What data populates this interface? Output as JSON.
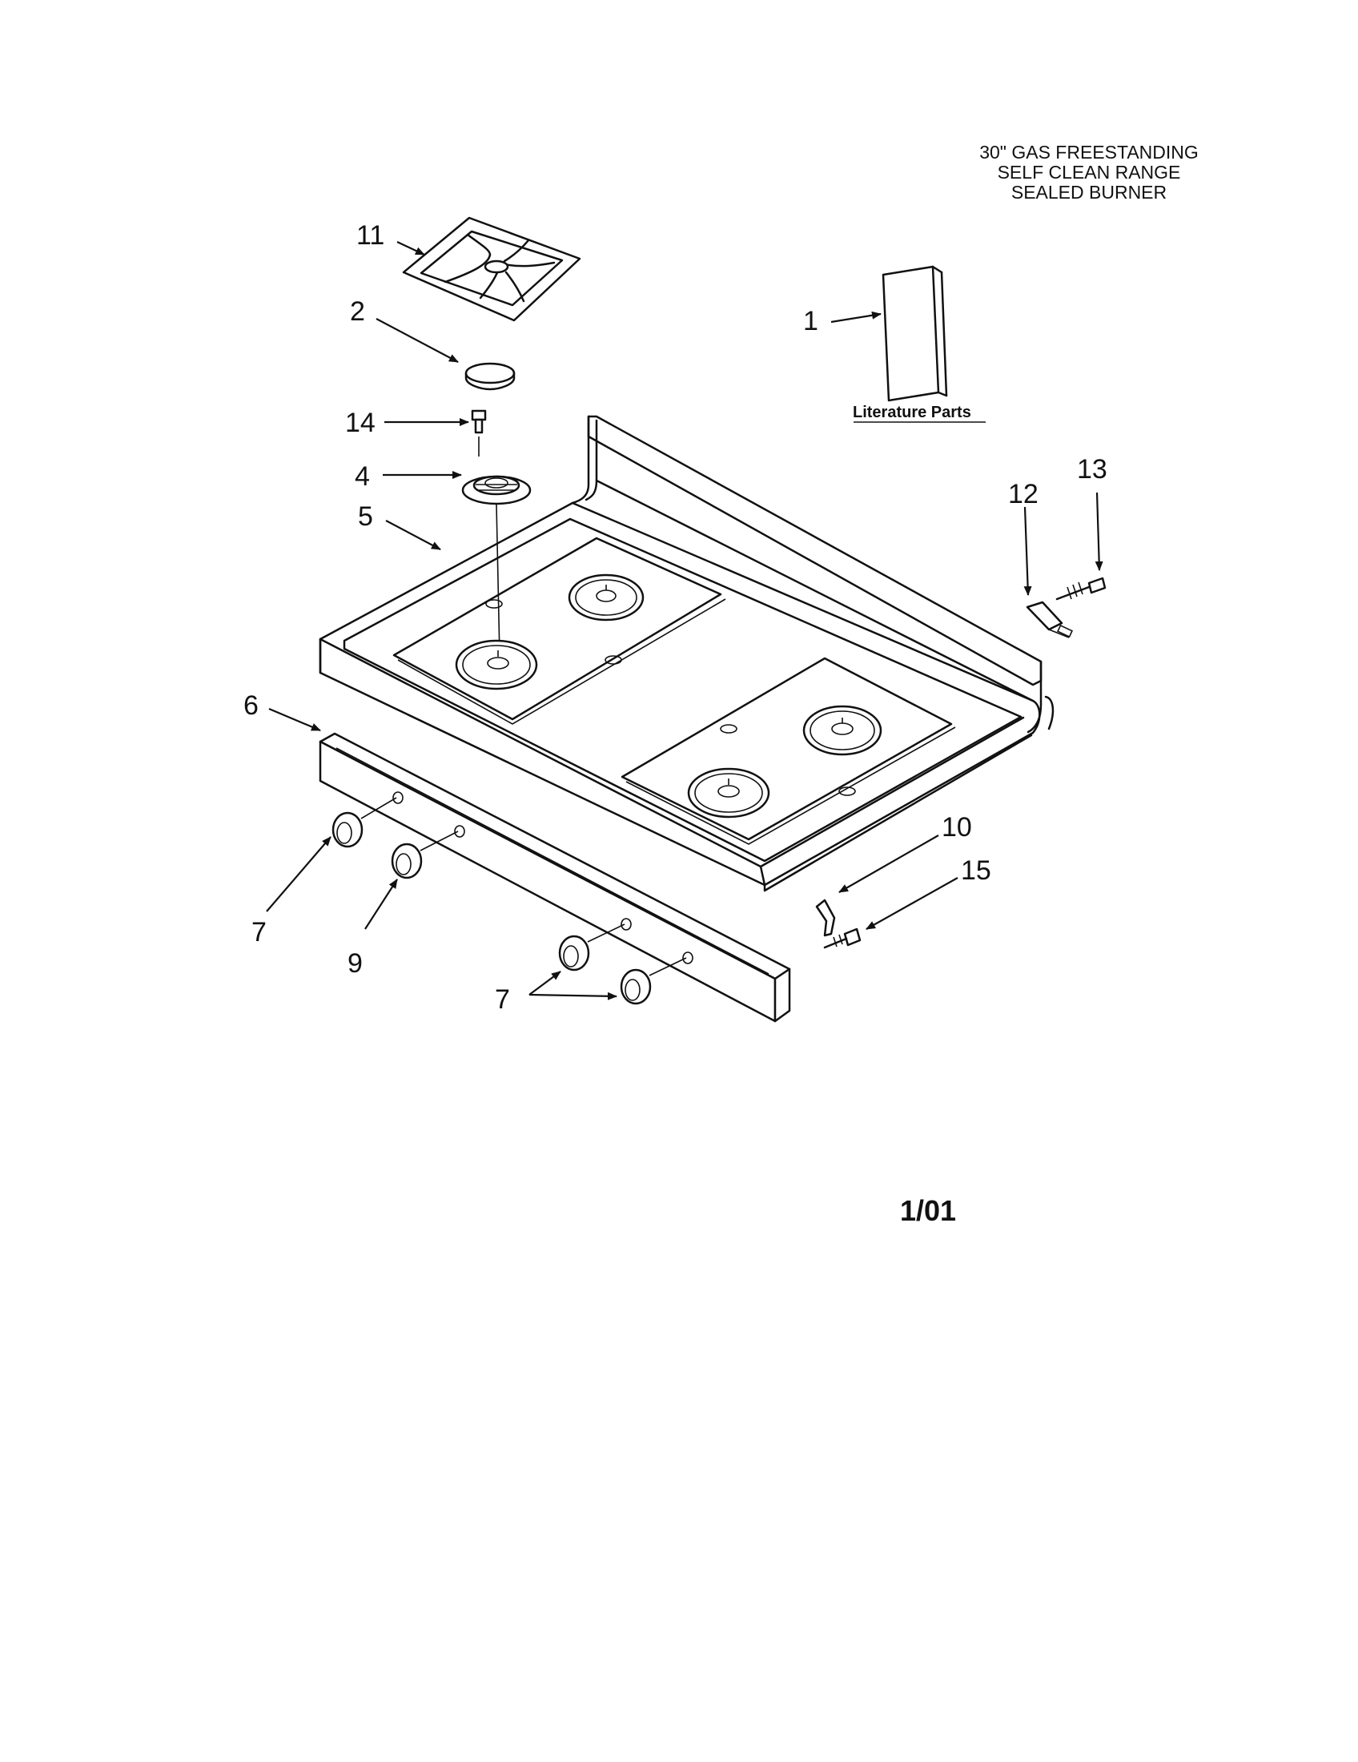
{
  "title": {
    "line1": "30\" GAS FREESTANDING",
    "line2": "SELF CLEAN RANGE",
    "line3": "SEALED BURNER"
  },
  "literature_label": "Literature Parts",
  "date_code": "1/01",
  "callouts": {
    "c1": "1",
    "c2": "2",
    "c4": "4",
    "c5": "5",
    "c6": "6",
    "c7a": "7",
    "c7b": "7",
    "c9": "9",
    "c10": "10",
    "c11": "11",
    "c12": "12",
    "c13": "13",
    "c14": "14",
    "c15": "15"
  }
}
